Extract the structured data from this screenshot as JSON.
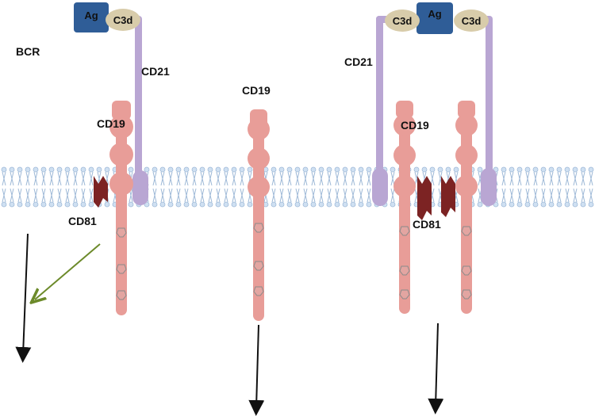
{
  "labels": {
    "bcr": "BCR",
    "cd21_left": "CD21",
    "cd21_right": "CD21",
    "cd19_left": "CD19",
    "cd19_middle": "CD19",
    "cd19_right": "CD19",
    "cd81_left": "CD81",
    "cd81_right": "CD81",
    "ag_left": "Ag",
    "ag_right": "Ag",
    "c3d_left": "C3d",
    "c3d_right_a": "C3d",
    "c3d_right_b": "C3d"
  },
  "colors": {
    "membrane": "#cfe0f2",
    "membrane_line": "#9fbad8",
    "cd19": "#e89d98",
    "cd21": "#b9a6d3",
    "cd81": "#7c2323",
    "ag": "#2f5d97",
    "c3d": "#d8ccaa",
    "arrow": "#111111",
    "green_arrow": "#6c8a2a"
  }
}
